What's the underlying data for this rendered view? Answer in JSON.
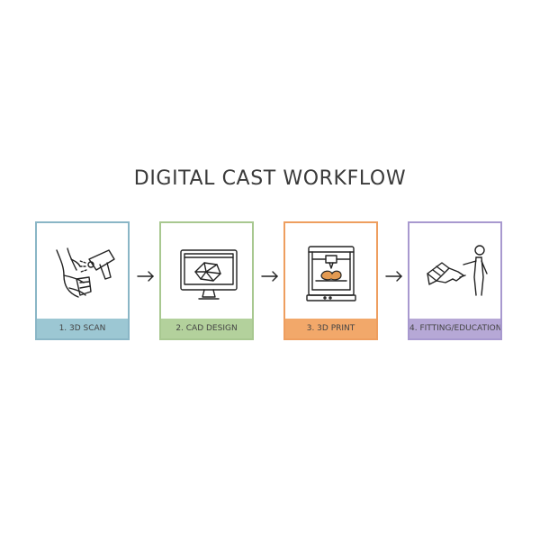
{
  "title": "DIGITAL CAST WORKFLOW",
  "steps": [
    {
      "label": "1. 3D SCAN",
      "icon": "hand-scanner-icon",
      "color": "#9cc7d3",
      "border": "#8ab6c6"
    },
    {
      "label": "2. CAD DESIGN",
      "icon": "monitor-cad-icon",
      "color": "#b3d19c",
      "border": "#a8c890"
    },
    {
      "label": "3. 3D PRINT",
      "icon": "3d-printer-icon",
      "color": "#f2a86a",
      "border": "#ee9e5f"
    },
    {
      "label": "4. FITTING/EDUCATION",
      "icon": "cast-fitting-icon",
      "color": "#b6a8d6",
      "border": "#a899cf"
    }
  ]
}
